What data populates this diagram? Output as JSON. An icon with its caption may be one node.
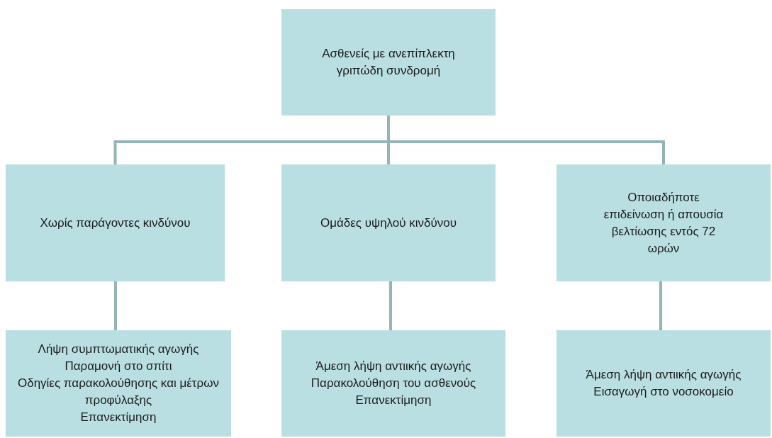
{
  "diagram": {
    "nodes": [
      {
        "text": [
          "Ασθενείς με ανεπίπλεκτη γριπώδη συνδρομή"
        ]
      },
      {
        "text": [
          "Χωρίς παράγοντες κινδύνου"
        ]
      },
      {
        "text": [
          "Ομάδες υψηλού κινδύνου"
        ]
      },
      {
        "text": [
          "Οποιαδήποτε επιδείνωση ή απουσία βελτίωσης εντός 72 ωρών"
        ]
      },
      {
        "text": [
          "Λήψη συμπτωματικής αγωγής",
          "Παραμονή στο σπίτι",
          "Οδηγίες παρακολούθησης και μέτρων προφύλαξης",
          "Επανεκτίμηση"
        ]
      },
      {
        "text": [
          "Άμεση λήψη αντιικής αγωγής",
          "Παρακολούθηση του ασθενούς",
          "Επανεκτίμηση"
        ]
      },
      {
        "text": [
          "Άμεση λήψη αντιικής αγωγής",
          "Εισαγωγή στο νοσοκομείο"
        ]
      }
    ],
    "edges": [
      {
        "from": 0,
        "to": 1,
        "arrow": "none"
      },
      {
        "from": 0,
        "to": 2,
        "arrow": "none"
      },
      {
        "from": 0,
        "to": 3,
        "arrow": "none"
      },
      {
        "from": 1,
        "to": 4,
        "arrow": "none"
      },
      {
        "from": 2,
        "to": 5,
        "arrow": "none"
      },
      {
        "from": 3,
        "to": 6,
        "arrow": "none"
      }
    ]
  }
}
